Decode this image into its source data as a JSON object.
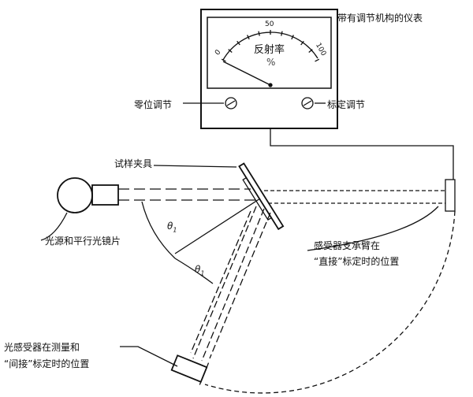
{
  "meter": {
    "title": "带有调节机构的仪表",
    "dial_label": "反射率",
    "unit": "%",
    "scale": [
      "0",
      "50",
      "100"
    ],
    "reading_percent": 0,
    "zero_adjust": "零位调节",
    "calibrate_adjust": "标定调节"
  },
  "labels": {
    "sample_holder": "试样夹具",
    "light_source": "光源和平行光镜片",
    "arm_line1": "感受器支承臂在",
    "arm_line2": "“直接”标定时的位置",
    "receiver_line1": "光感受器在测量和",
    "receiver_line2": "“间接”标定时的位置",
    "theta_a": "θ",
    "theta_b": "θ",
    "sub": "1"
  }
}
